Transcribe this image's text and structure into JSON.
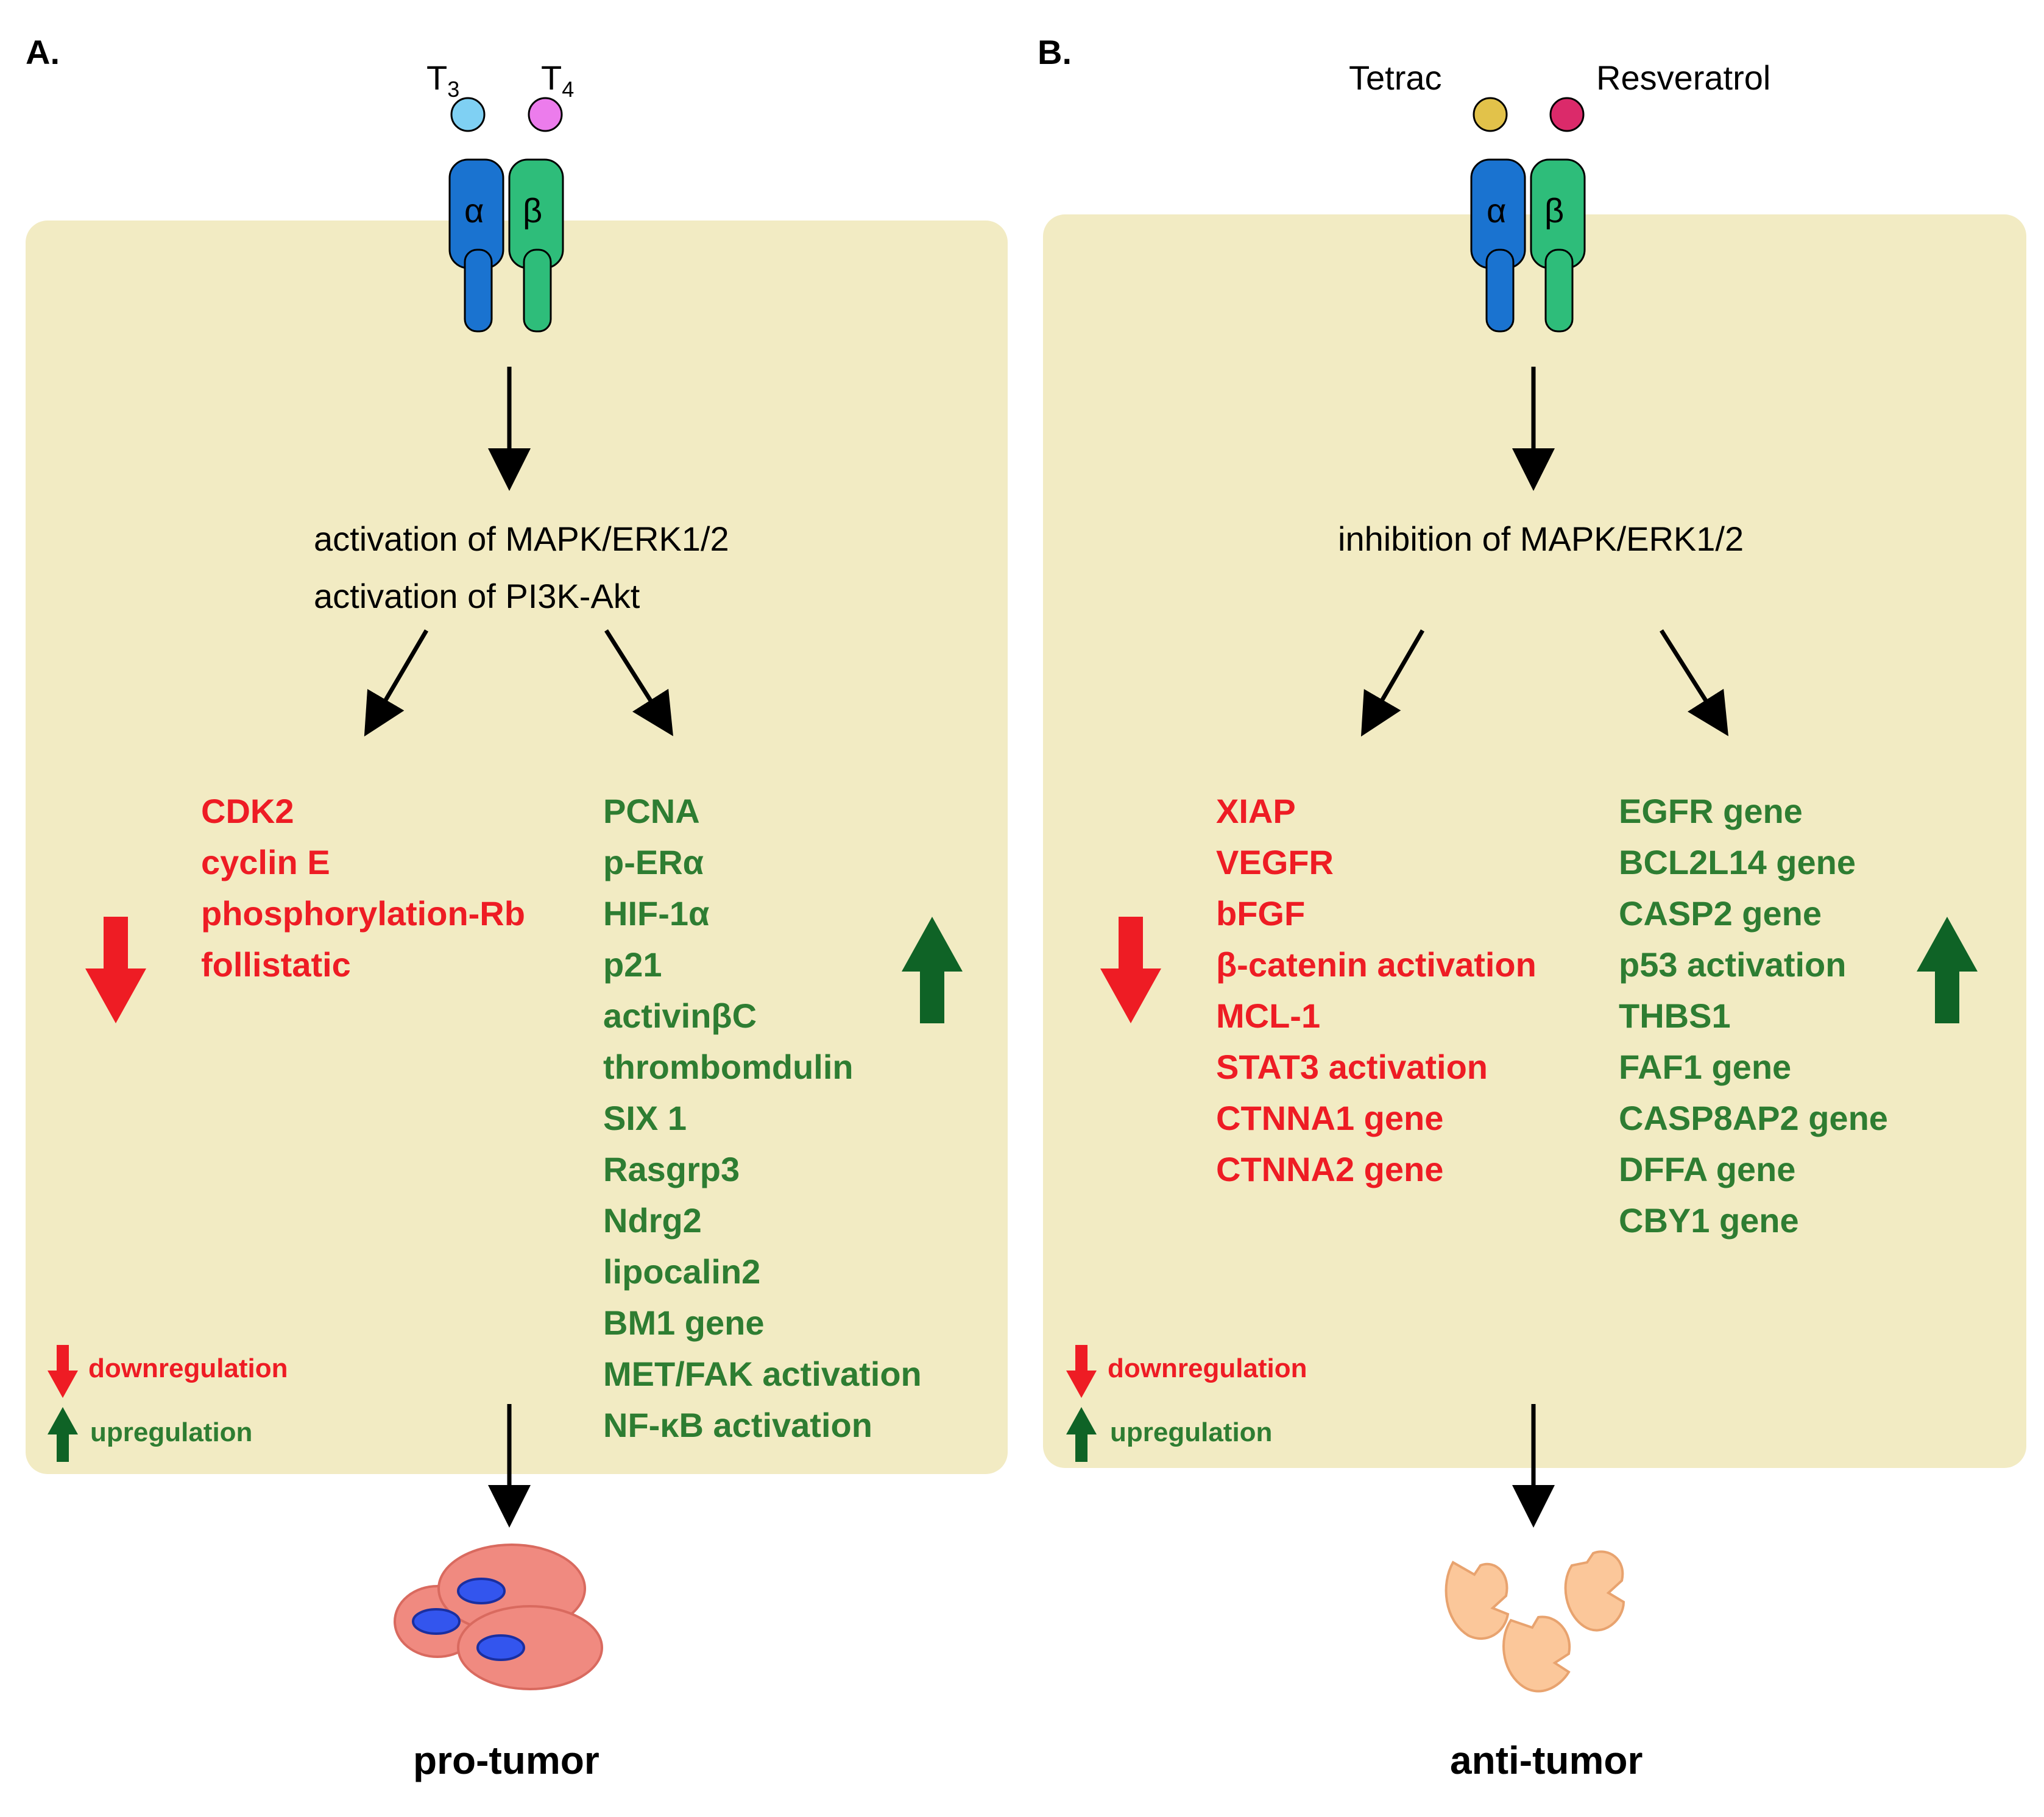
{
  "colors": {
    "cell_bg": "#f2ebc3",
    "integrin_alpha": "#1a73d0",
    "integrin_beta": "#2ebd7a",
    "t3": "#7fd0f3",
    "t4": "#ec7cec",
    "tetrac": "#e2c24a",
    "resveratrol": "#db2a6a",
    "down": "#ee1c24",
    "up": "#0f6326",
    "tumor_cell": "#f08a80",
    "dead_cell": "#fbc79a"
  },
  "panel_a": {
    "label": "A.",
    "ligand_1": {
      "main": "T",
      "sub": "3"
    },
    "ligand_2": {
      "main": "T",
      "sub": "4"
    },
    "alpha": "α",
    "beta": "β",
    "pathway": [
      "activation of MAPK/ERK1/2",
      "activation of PI3K-Akt"
    ],
    "down_list": [
      "CDK2",
      "cyclin E",
      "phosphorylation-Rb",
      "follistatic"
    ],
    "up_list": [
      "PCNA",
      "p-ERα",
      "HIF-1α",
      "p21",
      "activinβC",
      "thrombomdulin",
      "SIX 1",
      "Rasgrp3",
      "Ndrg2",
      "lipocalin2",
      "BM1 gene",
      "MET/FAK activation",
      "NF-κB activation"
    ],
    "legend_down": "downregulation",
    "legend_up": "upregulation",
    "outcome": "pro-tumor",
    "icons": [
      "down-arrow-icon",
      "up-arrow-icon",
      "integrin-receptor-icon",
      "tumor-cells-icon"
    ]
  },
  "panel_b": {
    "label": "B.",
    "ligand_1": "Tetrac",
    "ligand_2": "Resveratrol",
    "alpha": "α",
    "beta": "β",
    "pathway": [
      "inhibition of MAPK/ERK1/2"
    ],
    "down_list": [
      "XIAP",
      "VEGFR",
      "bFGF",
      "β-catenin activation",
      "MCL-1",
      "STAT3 activation",
      "CTNNA1 gene",
      "CTNNA2 gene"
    ],
    "up_list": [
      "EGFR gene",
      "BCL2L14 gene",
      "CASP2 gene",
      "p53 activation",
      "THBS1",
      "FAF1 gene",
      "CASP8AP2 gene",
      "DFFA gene",
      "CBY1 gene"
    ],
    "legend_down": "downregulation",
    "legend_up": "upregulation",
    "outcome": "anti-tumor",
    "icons": [
      "down-arrow-icon",
      "up-arrow-icon",
      "integrin-receptor-icon",
      "apoptotic-cells-icon"
    ]
  }
}
